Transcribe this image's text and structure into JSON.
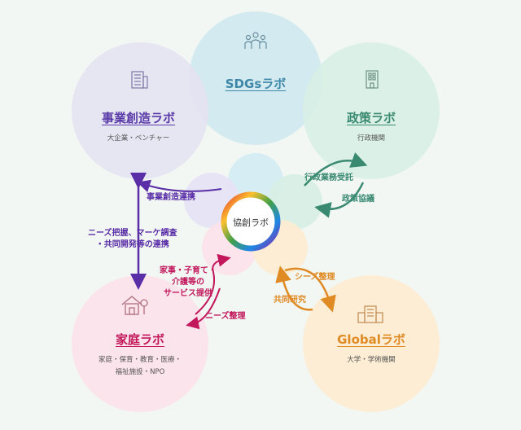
{
  "center": {
    "label": "協創ラボ"
  },
  "labs": {
    "sdgs": {
      "title": "SDGsラボ",
      "color": "#3d87a8"
    },
    "business": {
      "title": "事業創造ラボ",
      "subtitle": "大企業・ベンチャー",
      "color": "#5a3aa8"
    },
    "policy": {
      "title": "政策ラボ",
      "subtitle": "行政機関",
      "color": "#3a8a72"
    },
    "family": {
      "title": "家庭ラボ",
      "subtitle_line1": "家庭・保育・教育・医療・",
      "subtitle_line2": "福祉施設・NPO",
      "color": "#c2185b"
    },
    "global": {
      "title": "Globalラボ",
      "subtitle": "大学・学術機関",
      "color": "#e08a24"
    }
  },
  "labels": {
    "business_link": "事業創造連携",
    "needs_line1": "ニーズ把握、マーケ調査",
    "needs_line2": "・共同開発等の連携",
    "policy_outsource": "行政業務受託",
    "policy_talks": "政策協議",
    "seeds": "シーズ整理",
    "joint_research": "共同研究",
    "services_line1": "家事・子育て・",
    "services_line2": "介護等の",
    "services_line3": "サービス提供",
    "needs_org": "ニーズ整理"
  },
  "icons": {
    "sdgs": "people-icon",
    "business": "office-building-icon",
    "policy": "government-building-icon",
    "family": "house-icon",
    "global": "school-building-icon"
  }
}
